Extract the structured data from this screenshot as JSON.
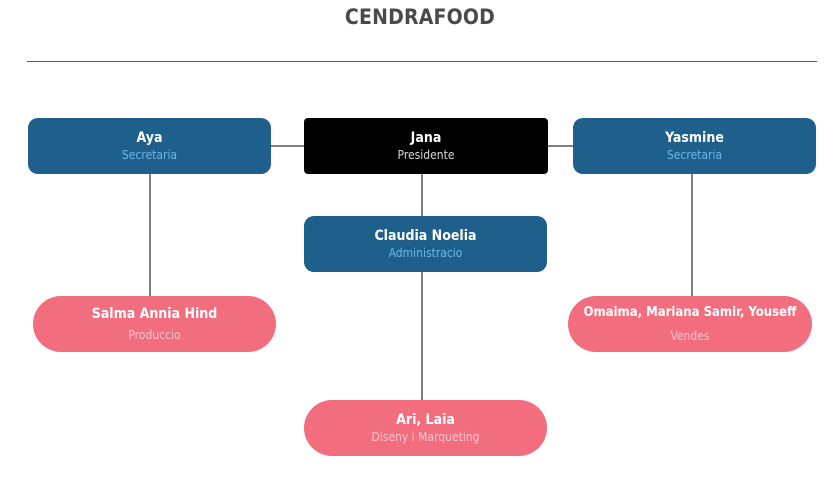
{
  "title": "CENDRAFOOD",
  "nodes": {
    "aya": {
      "name": "Aya",
      "role": "Secretaria"
    },
    "jana": {
      "name": "Jana",
      "role": "Presidente"
    },
    "yasmine": {
      "name": "Yasmine",
      "role": "Secretaria"
    },
    "claudia": {
      "name": "Claudia Noelia",
      "role": "Administracio"
    },
    "salma": {
      "name": "Salma Annia Hind",
      "role": "Produccio"
    },
    "omaima": {
      "name": "Omaima, Mariana Samir, Youseff",
      "role": "Vendes"
    },
    "ari": {
      "name": "Ari, Laia",
      "role": "Diseny i Marqueting"
    }
  },
  "colors": {
    "blue_box": "#1f5f8b",
    "blue_role_text": "#6fb6e8",
    "black_box": "#000000",
    "pink_box": "#f26d7d",
    "pink_role_text": "#f9c4cb",
    "connector": "#555555"
  }
}
